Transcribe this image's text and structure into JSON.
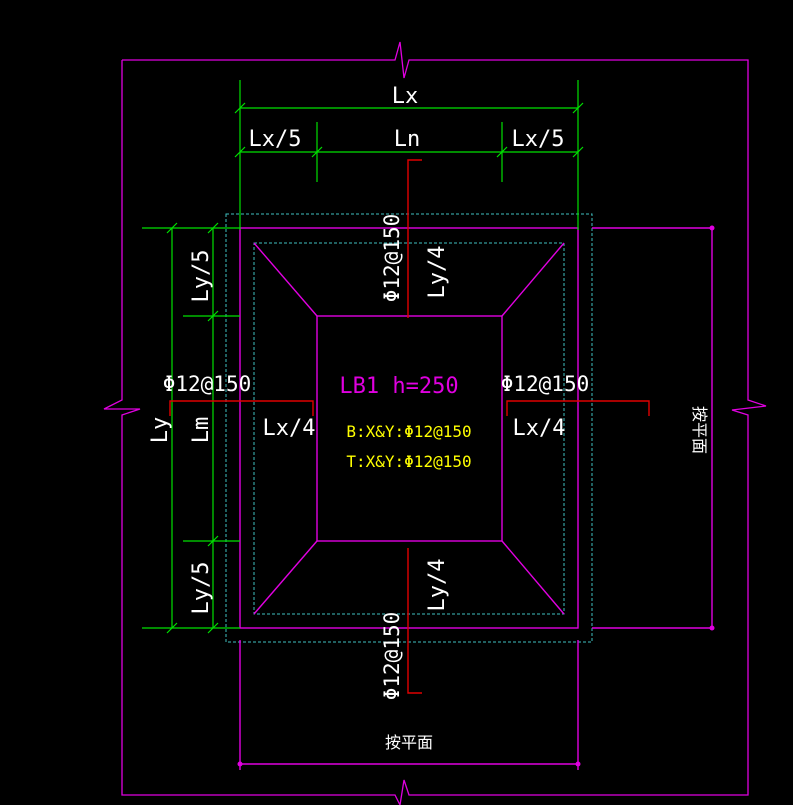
{
  "colors": {
    "background": "#000000",
    "outline": "#e000e0",
    "dimension": "#00e000",
    "rebar": "#e00000",
    "text_white": "#ffffff",
    "text_magenta": "#e000e0",
    "text_yellow": "#ffff00",
    "dashed_cyan": "#40c0c0"
  },
  "dims": {
    "lx": "Lx",
    "lx5_left": "Lx/5",
    "ln": "Ln",
    "lx5_right": "Lx/5",
    "ly": "Ly",
    "ly5_top": "Ly/5",
    "lm": "Lm",
    "ly5_bottom": "Ly/5"
  },
  "rebar": {
    "top_spec": "Φ12@150",
    "top_len": "Ly/4",
    "left_spec": "Φ12@150",
    "left_len": "Lx/4",
    "right_spec": "Φ12@150",
    "right_len": "Lx/4",
    "bottom_spec": "Φ12@150",
    "bottom_len": "Ly/4"
  },
  "slab": {
    "name": "LB1 h=250",
    "bottom_reinf": "B:X&Y:Φ12@150",
    "top_reinf": "T:X&Y:Φ12@150"
  },
  "plan_note_bottom": "按平面",
  "plan_note_right": "按平面"
}
